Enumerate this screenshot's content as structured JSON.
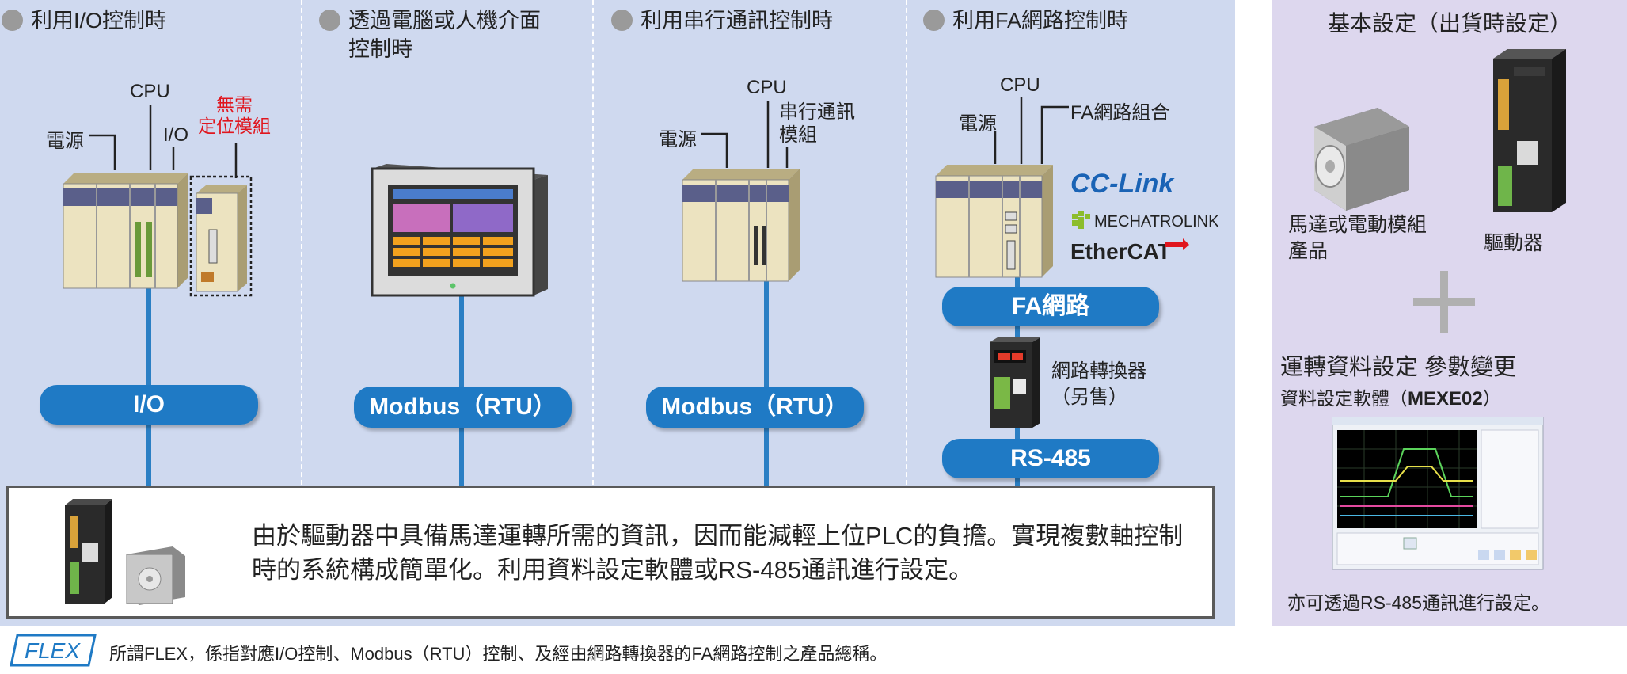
{
  "columns": [
    {
      "title": "利用I/O控制時",
      "bus": "I/O"
    },
    {
      "title_line1": "透過電腦或人機介面",
      "title_line2": "控制時",
      "bus": "Modbus（RTU）"
    },
    {
      "title": "利用串行通訊控制時",
      "bus": "Modbus（RTU）"
    },
    {
      "title": "利用FA網路控制時",
      "bus_top": "FA網路",
      "bus_bottom": "RS-485"
    }
  ],
  "labels": {
    "col1_cpu": "CPU",
    "col1_power": "電源",
    "col1_io": "I/O",
    "col1_nomodule_1": "無需",
    "col1_nomodule_2": "定位模組",
    "col3_cpu": "CPU",
    "col3_power": "電源",
    "col3_serial_1": "串行通訊",
    "col3_serial_2": "模組",
    "col4_cpu": "CPU",
    "col4_power": "電源",
    "col4_fa_module": "FA網路組合",
    "converter_1": "網路轉換器",
    "converter_2": "（另售）"
  },
  "network_logos": [
    "CC-Link",
    "MECHATROLINK",
    "EtherCAT"
  ],
  "info_text": "由於驅動器中具備馬達運轉所需的資訊，因而能減輕上位PLC的負擔。實現複數軸控制時的系統構成簡單化。利用資料設定軟體或RS-485通訊進行設定。",
  "right_panel": {
    "title": "基本設定（出貨時設定）",
    "motor_label_1": "馬達或電動模組",
    "motor_label_2": "產品",
    "driver_label": "驅動器",
    "plus_symbol": "+",
    "data_setting": "運轉資料設定 參數變更",
    "software_prefix": "資料設定軟體（",
    "software_name": "MEXE02",
    "software_suffix": "）",
    "bottom_note": "亦可透過RS-485通訊進行設定。"
  },
  "footer": {
    "logo_text": "FLEX",
    "note": "所謂FLEX，係指對應I/O控制、Modbus（RTU）控制、及經由網路轉換器的FA網路控制之產品總稱。"
  },
  "colors": {
    "bus_blue": "#1f7ac5",
    "left_bg": "#cfd9ef",
    "right_bg": "#ddd7ee",
    "accent_red": "#e0161e"
  }
}
